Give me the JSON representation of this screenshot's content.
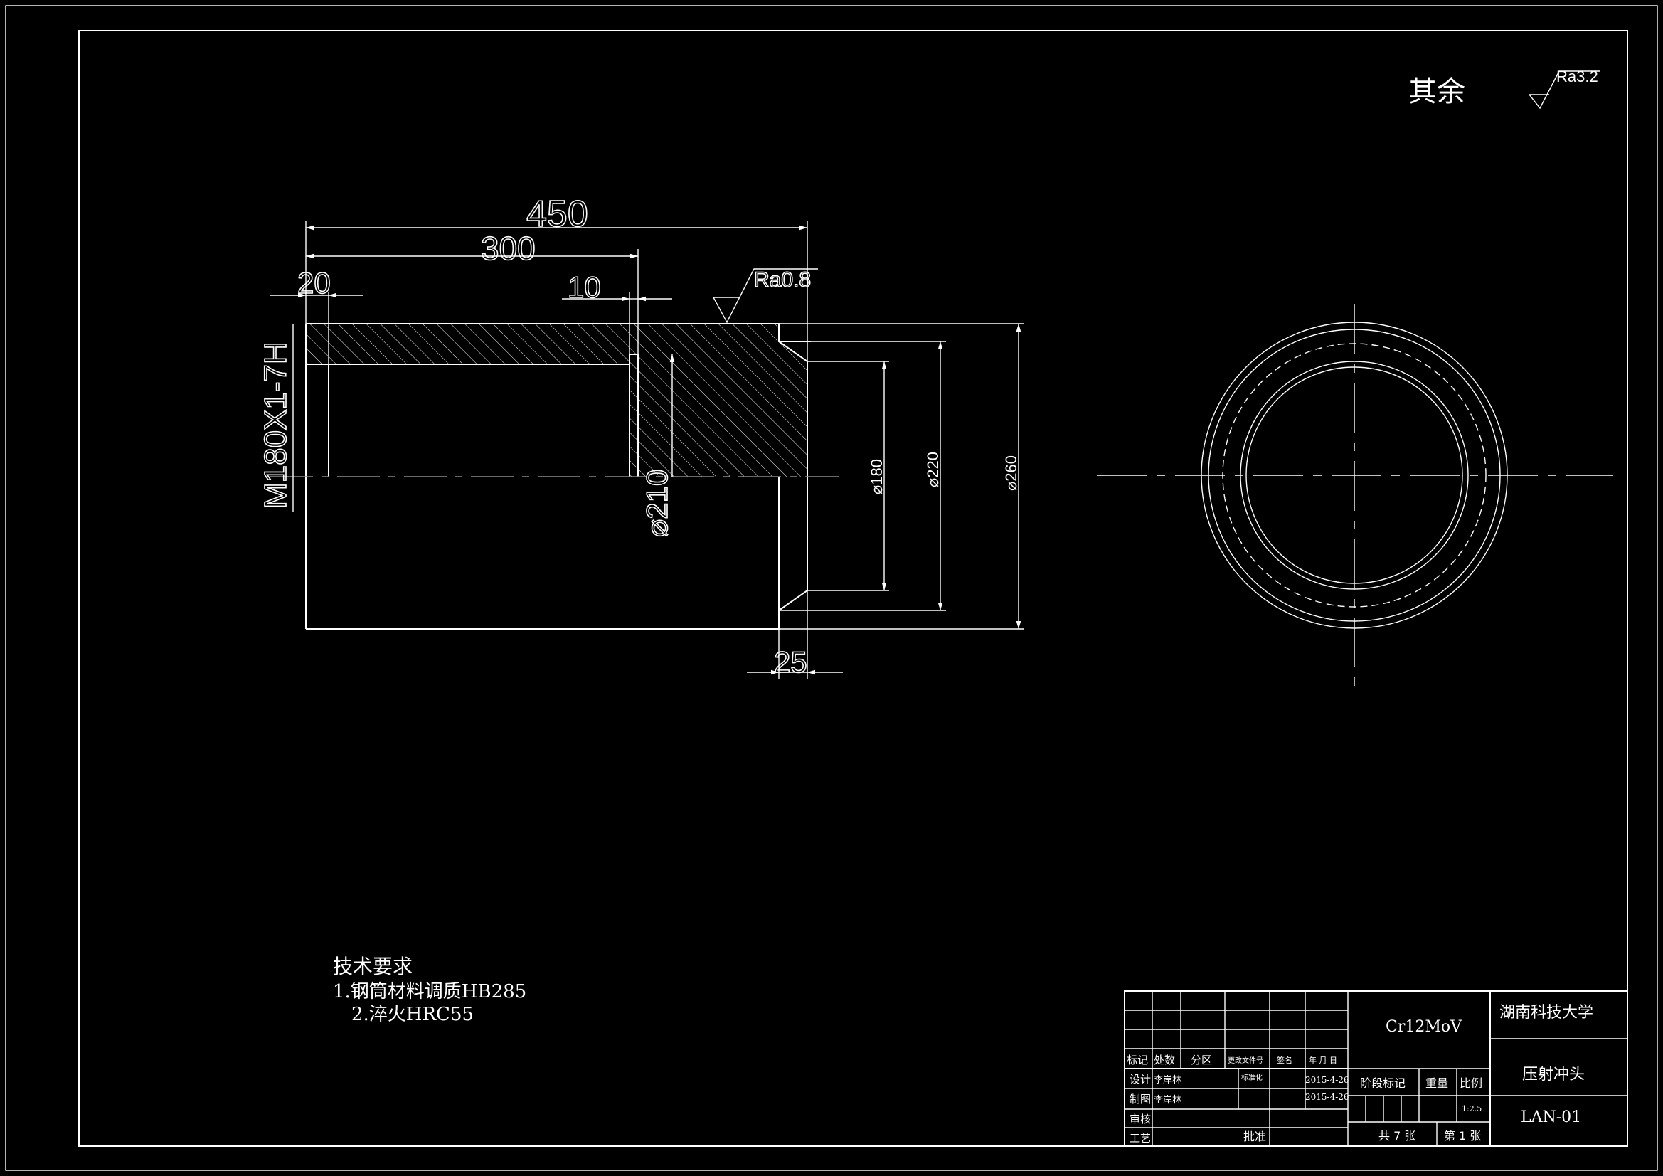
{
  "surface_note": {
    "label": "其余",
    "roughness": "Ra3.2"
  },
  "dimensions": {
    "overall_length": "450",
    "bore_depth": "300",
    "thread_length": "20",
    "step": "10",
    "roughness_face": "Ra0.8",
    "thread_spec": "M180X1-7H",
    "inner_dia": "⌀210",
    "d180": "⌀180",
    "d220": "⌀220",
    "d260": "⌀260",
    "nose_length": "25"
  },
  "tech_requirements": {
    "title": "技术要求",
    "items": [
      "1.钢筒材料调质HB285",
      "2.淬火HRC55"
    ]
  },
  "title_block": {
    "material": "Cr12MoV",
    "university": "湖南科技大学",
    "part_name": "压射冲头",
    "drawing_no": "LAN-01",
    "headers": [
      "标记",
      "处数",
      "分区",
      "更改文件号",
      "签名",
      "年 月 日"
    ],
    "design_label": "设计",
    "design_name": "李岸林",
    "standardize_label": "标准化",
    "draw_label": "制图",
    "draw_name": "李岸林",
    "review_label": "审核",
    "process_label": "工艺",
    "approve_label": "批准",
    "date1": "2015-4-26",
    "date2": "2015-4-26",
    "stage_label": "阶段标记",
    "weight_label": "重量",
    "scale_label": "比例",
    "scale_value": "1:2.5",
    "total_sheets": "共 7 张",
    "sheet_no": "第 1 张"
  }
}
